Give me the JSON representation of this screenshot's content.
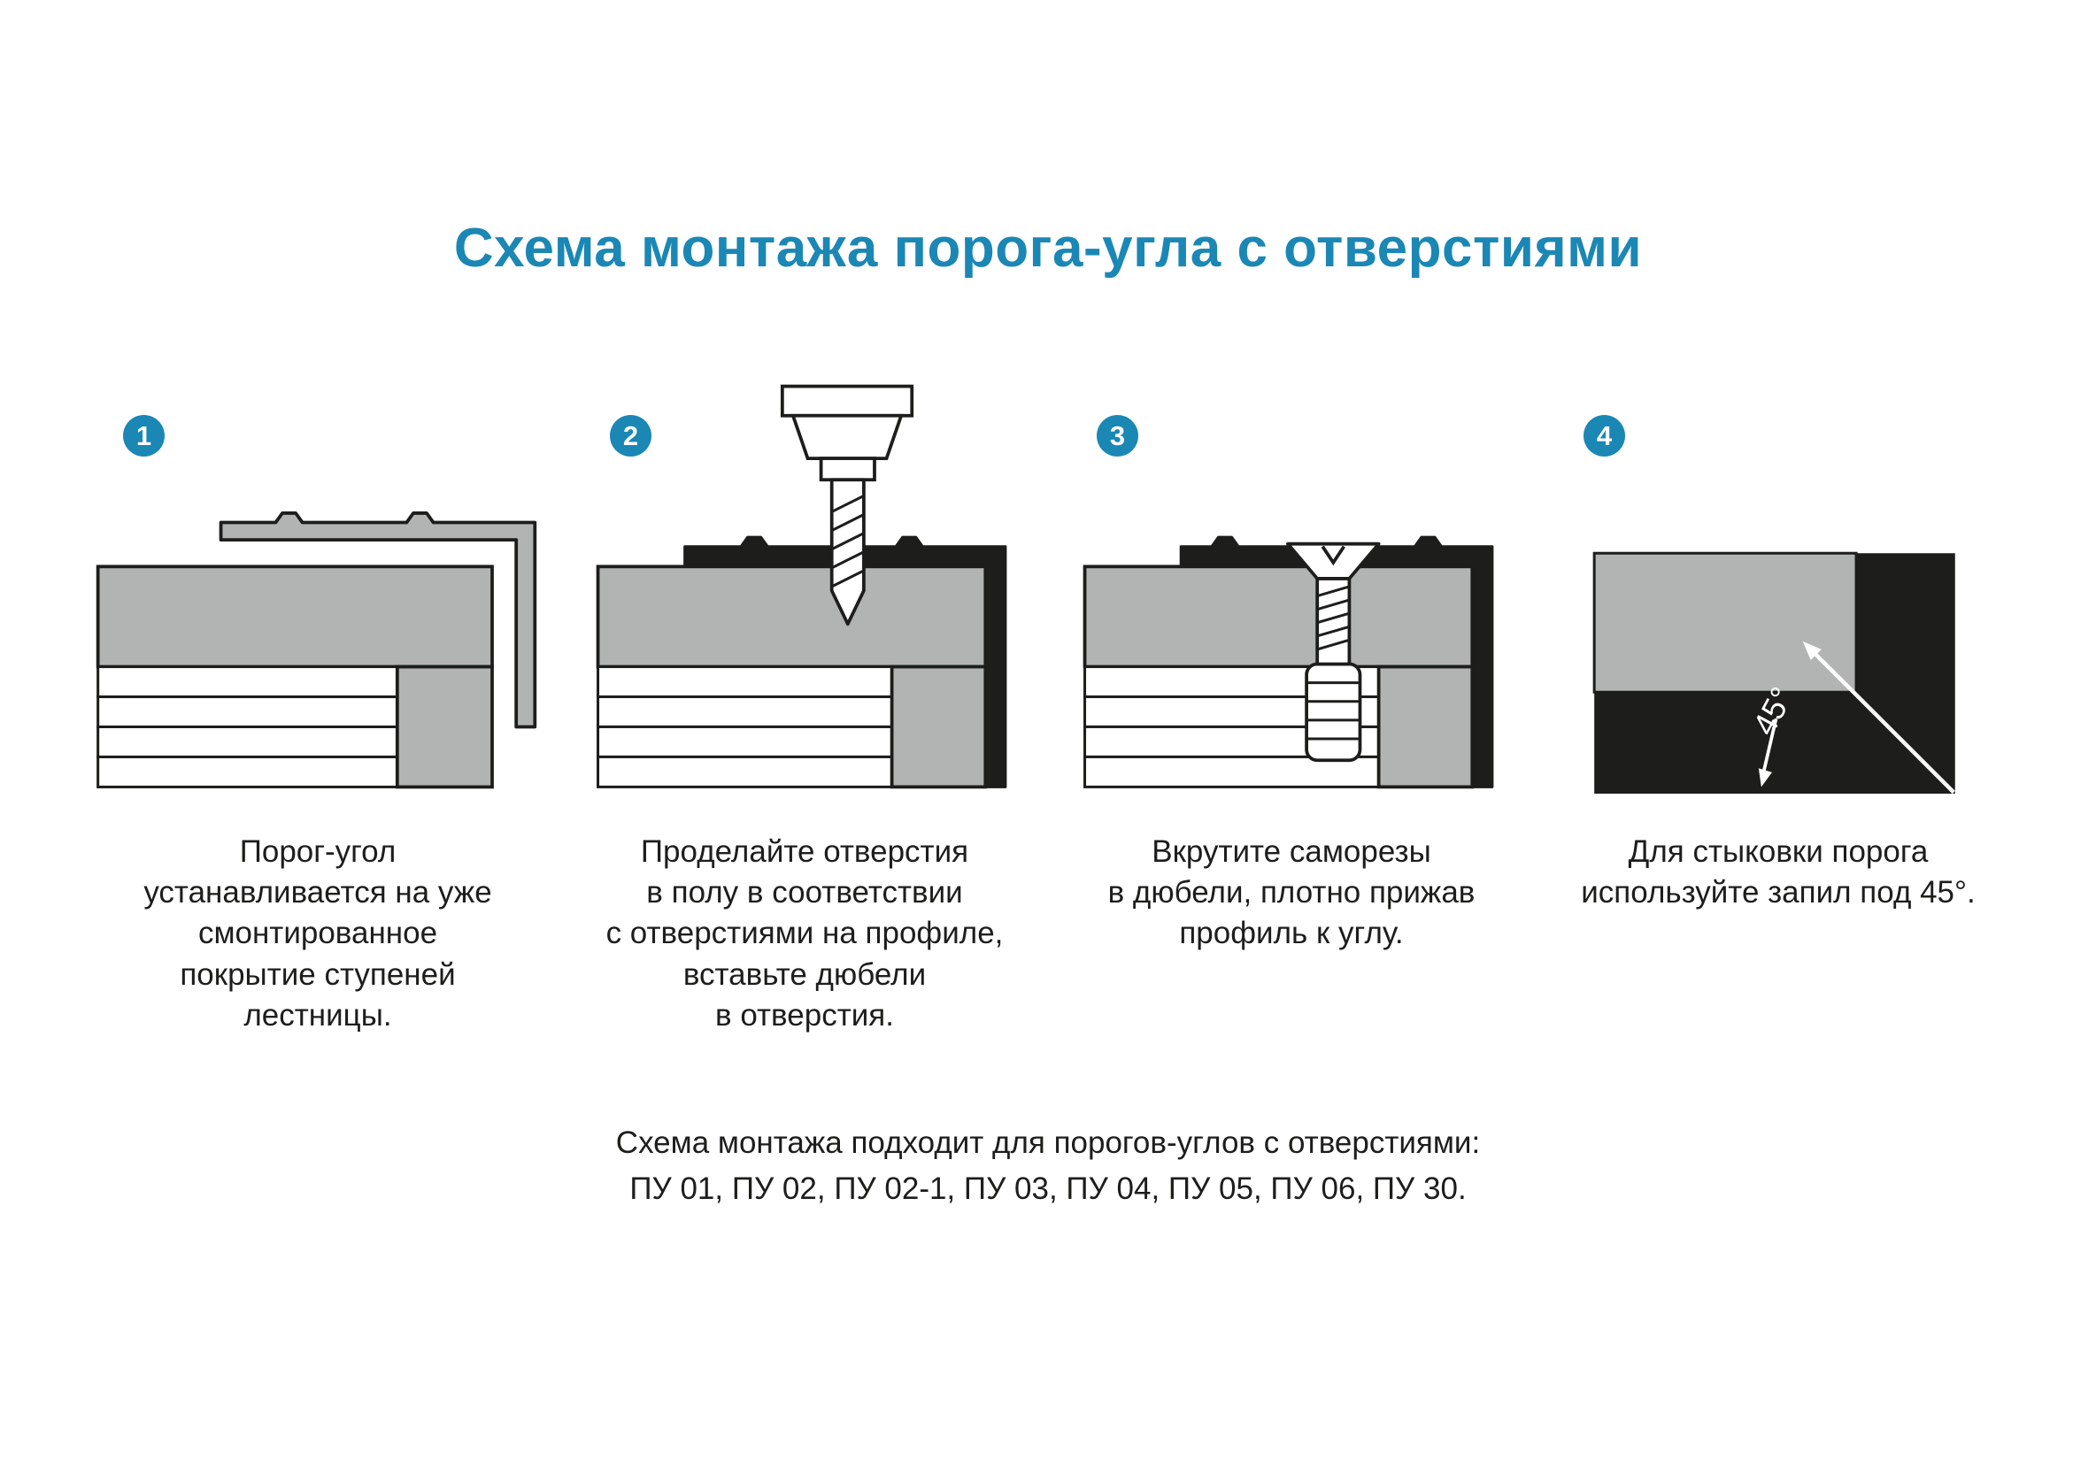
{
  "title": "Схема монтажа порога-угла с отверстиями",
  "colors": {
    "accent": "#1b87b5",
    "gray": "#b2b4b3",
    "dark": "#1d1d1b",
    "background": "#ffffff"
  },
  "steps": [
    {
      "number": "1",
      "illustration": "corner-threshold-placed-on-step",
      "caption": "Порог-угол\nустанавливается на уже\nсмонтированное\nпокрытие ступеней\nлестницы."
    },
    {
      "number": "2",
      "illustration": "drill-holes-in-floor",
      "caption": "Проделайте отверстия\nв полу в соответствии\nс отверстиями на профиле,\nвставьте дюбели\nв отверстия."
    },
    {
      "number": "3",
      "illustration": "screw-into-dowel",
      "caption": "Вкрутите саморезы\nв дюбели, плотно прижав\nпрофиль к углу."
    },
    {
      "number": "4",
      "illustration": "miter-joint-45-degrees",
      "angle_label": "45°",
      "caption": "Для стыковки порога\nиспользуйте запил под 45°."
    }
  ],
  "footer": {
    "line1": "Схема монтажа подходит для порогов-углов с отверстиями:",
    "line2": "ПУ 01, ПУ 02, ПУ 02-1, ПУ 03, ПУ 04, ПУ 05, ПУ 06, ПУ 30."
  }
}
